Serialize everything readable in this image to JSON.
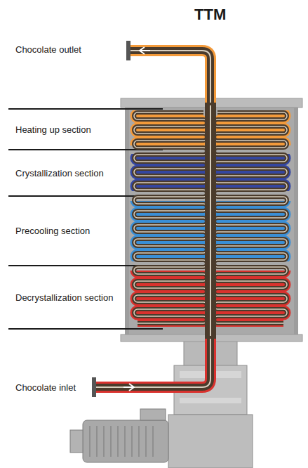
{
  "diagram": {
    "title": "TTM",
    "labels": [
      "Chocolate outlet",
      "Heating up section",
      "Crystallization section",
      "Precooling section",
      "Decrystallization section",
      "Chocolate inlet"
    ]
  }
}
